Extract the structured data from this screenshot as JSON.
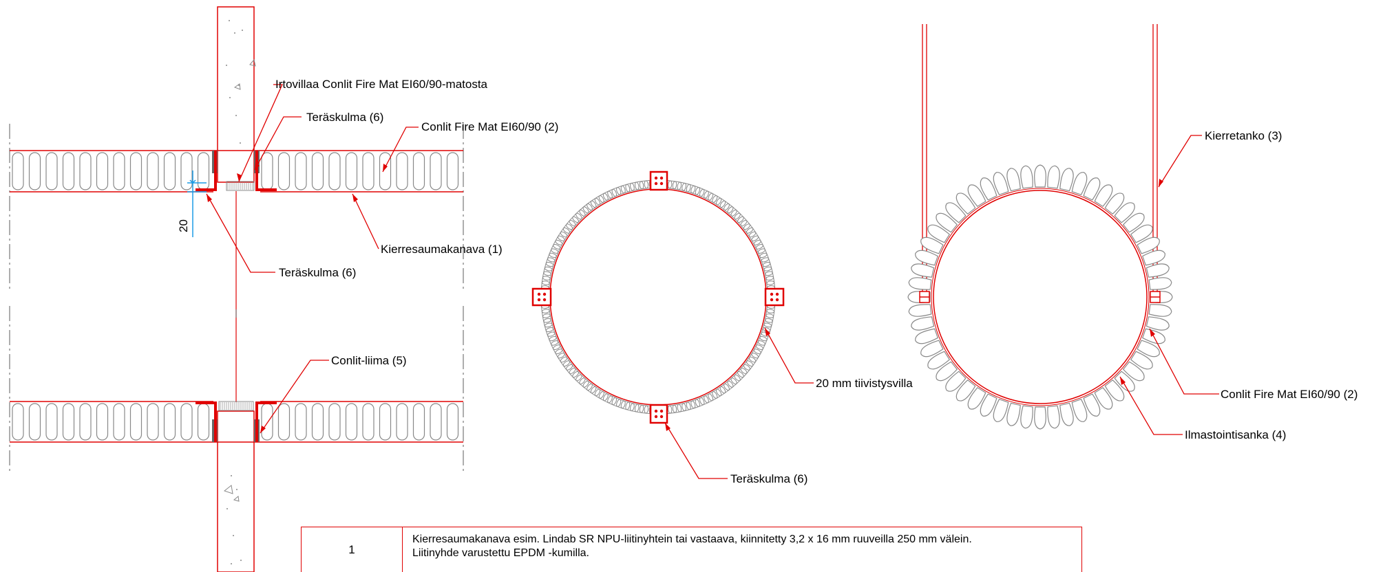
{
  "colors": {
    "red": "#e00000",
    "grey": "#777777",
    "blue": "#1a9be6",
    "black": "#000000"
  },
  "labels": {
    "irtovillaa": "Irtovillaa Conlit Fire Mat EI60/90-matosta",
    "teraskulma_a": "Teräskulma (6)",
    "conlit_fire_mat_a": "Conlit Fire Mat EI60/90  (2)",
    "kierresaumakanava": "Kierresaumakanava (1)",
    "teraskulma_b": "Teräskulma  (6)",
    "dimension": "20",
    "conlit_liima": "Conlit-liima (5)",
    "tiivistysvilla": "20 mm tiivistysvilla",
    "teraskulma_c": "Teräskulma  (6)",
    "kierretanko": "Kierretanko (3)",
    "conlit_fire_mat_b": "Conlit Fire Mat EI60/90 (2)",
    "ilmastointisanka": "Ilmastointisanka (4)"
  },
  "table": {
    "number": "1",
    "line1": "Kierresaumakanava esim. Lindab SR NPU-liitinyhtein tai vastaava, kiinnitetty 3,2 x 16 mm ruuveilla 250 mm välein.",
    "line2": "Liitinyhde varustettu EPDM -kumilla."
  }
}
